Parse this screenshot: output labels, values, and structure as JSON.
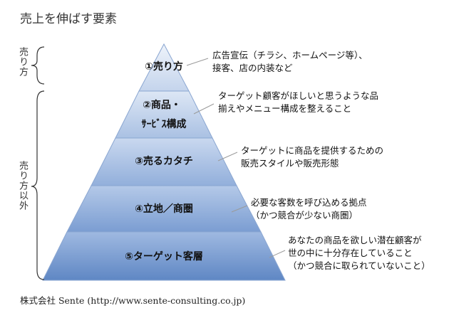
{
  "title": "売上を伸ばす要素",
  "brackets": {
    "upper": "売り方",
    "lower": "売り方以外"
  },
  "layers": [
    {
      "label": "①売り方",
      "description": [
        "広告宣伝（チラシ、ホームページ等）、",
        "接客、店の内装など"
      ]
    },
    {
      "label_line1": "②商品・",
      "label_line2": "ｻｰﾋﾞｽ構成",
      "description": [
        "ターゲット顧客がほしいと思うような品",
        "揃えやメニュー構成を整えること"
      ]
    },
    {
      "label": "③売るカタチ",
      "description": [
        "ターゲットに商品を提供するための",
        "販売スタイルや販売形態"
      ]
    },
    {
      "label": "④立地／商圏",
      "description": [
        "必要な客数を呼び込める拠点",
        "（かつ競合が少ない商圏）"
      ]
    },
    {
      "label": "⑤ターゲット客層",
      "description": [
        "あなたの商品を欲しい潜在顧客が",
        "世の中に十分存在していること",
        "（かつ競合に取られていないこと）"
      ]
    }
  ],
  "footer": "株式会社 Sente (http://www.sente-consulting.co.jp)",
  "colors": {
    "layer_top": "#dfe8f5",
    "layer_bottom": "#5f87c4",
    "edge": "#8aa6d1",
    "bracket": "#333333",
    "leader": "#9a9a9a"
  }
}
